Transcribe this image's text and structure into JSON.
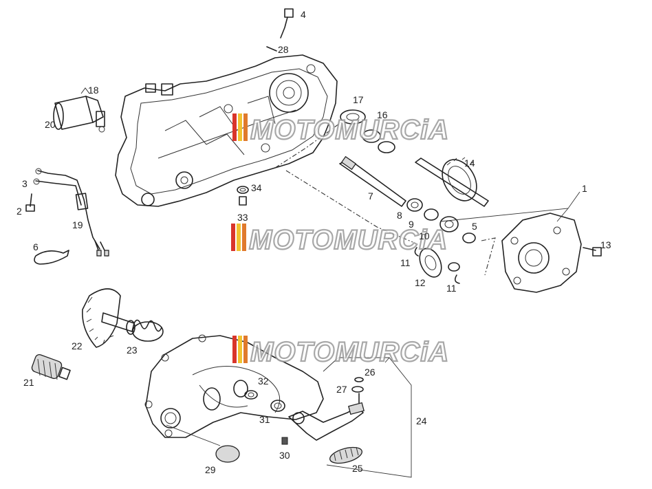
{
  "callouts": [
    "1",
    "2",
    "3",
    "4",
    "5",
    "6",
    "7",
    "8",
    "9",
    "10",
    "11",
    "11",
    "12",
    "13",
    "14",
    "16",
    "17",
    "18",
    "19",
    "20",
    "21",
    "22",
    "23",
    "24",
    "25",
    "26",
    "27",
    "28",
    "29",
    "30",
    "31",
    "32",
    "33",
    "34"
  ],
  "watermark": {
    "text": "MOTOMURCiA",
    "stripe_colors": [
      "#d9352b",
      "#f2c230",
      "#e07a2c"
    ]
  }
}
